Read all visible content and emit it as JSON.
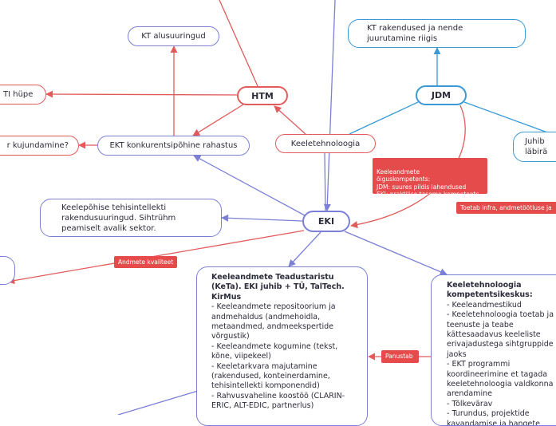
{
  "colors": {
    "purple": "#7b7fd6",
    "red": "#e25b5b",
    "blue": "#3a9ad6",
    "tag": "#e54b4b"
  },
  "nodes": {
    "kt_alusuuringud": "KT alusuuringud",
    "ti_hype": "TI hüpe",
    "htm": "HTM",
    "jdm": "JDM",
    "kt_rakendused": "KT rakendused ja nende\njuurutamine riigis",
    "kujundamine": "r kujundamine?",
    "ekt_rahastus": "EKT konkurentsipõhine rahastus",
    "keeletehnoloogia": "Keeletehnoloogia",
    "juhib": "Juhib\nläbirä",
    "eki": "EKI",
    "tehisintellekt": "Keelepõhise tehisintellekti\nrakendusuuringud. Sihtrühm\npeamiselt avalik sektor."
  },
  "tags": {
    "oiguskompetents": "Keeleandmete\nõiguskompetents:\nJDM: suures pildis lahendused\nEKI: praktilise taseme kompetents",
    "toetab_infra": "Toetab infra, andmetöötluse ja",
    "andmete_kvaliteet": "Andmete kvaliteet",
    "panustab": "Panustab"
  },
  "keta": {
    "title": "Keeleandmete Teadustaristu\n(KeTa). EKI juhib + TÜ, TalTech.\nKirMus",
    "items": [
      "- Keeleandmete repositoorium ja andmehaldus (andmehoidla, metaandmed, andmeekspertide võrgustik)",
      "- Keeleandmete kogumine (tekst, kõne, viipekeel)",
      "- Keeletarkvara majutamine (rakendused, konteinerdamine, tehisintellekti komponendid)",
      "- Rahvusvaheline koostöö (CLARIN-ERIC, ALT-EDIC, partnerlus)"
    ]
  },
  "kompetents": {
    "title": "Keeletehnoloogia\nkompetentsikeskus:",
    "items": [
      "- Keeleandmestikud",
      "- Keeletehnoloogia toetab ja teenuste ja teabe kättesaadavus keeleliste erivajadustega sihtgruppide jaoks",
      "- EKT programmi koordineerimine et tagada keeletehnoloogia valdkonna arendamine",
      "- Tõlkevärav",
      "- Turundus, projektide kavandamise ja hangete ettevalmistuse nõustamine"
    ]
  }
}
